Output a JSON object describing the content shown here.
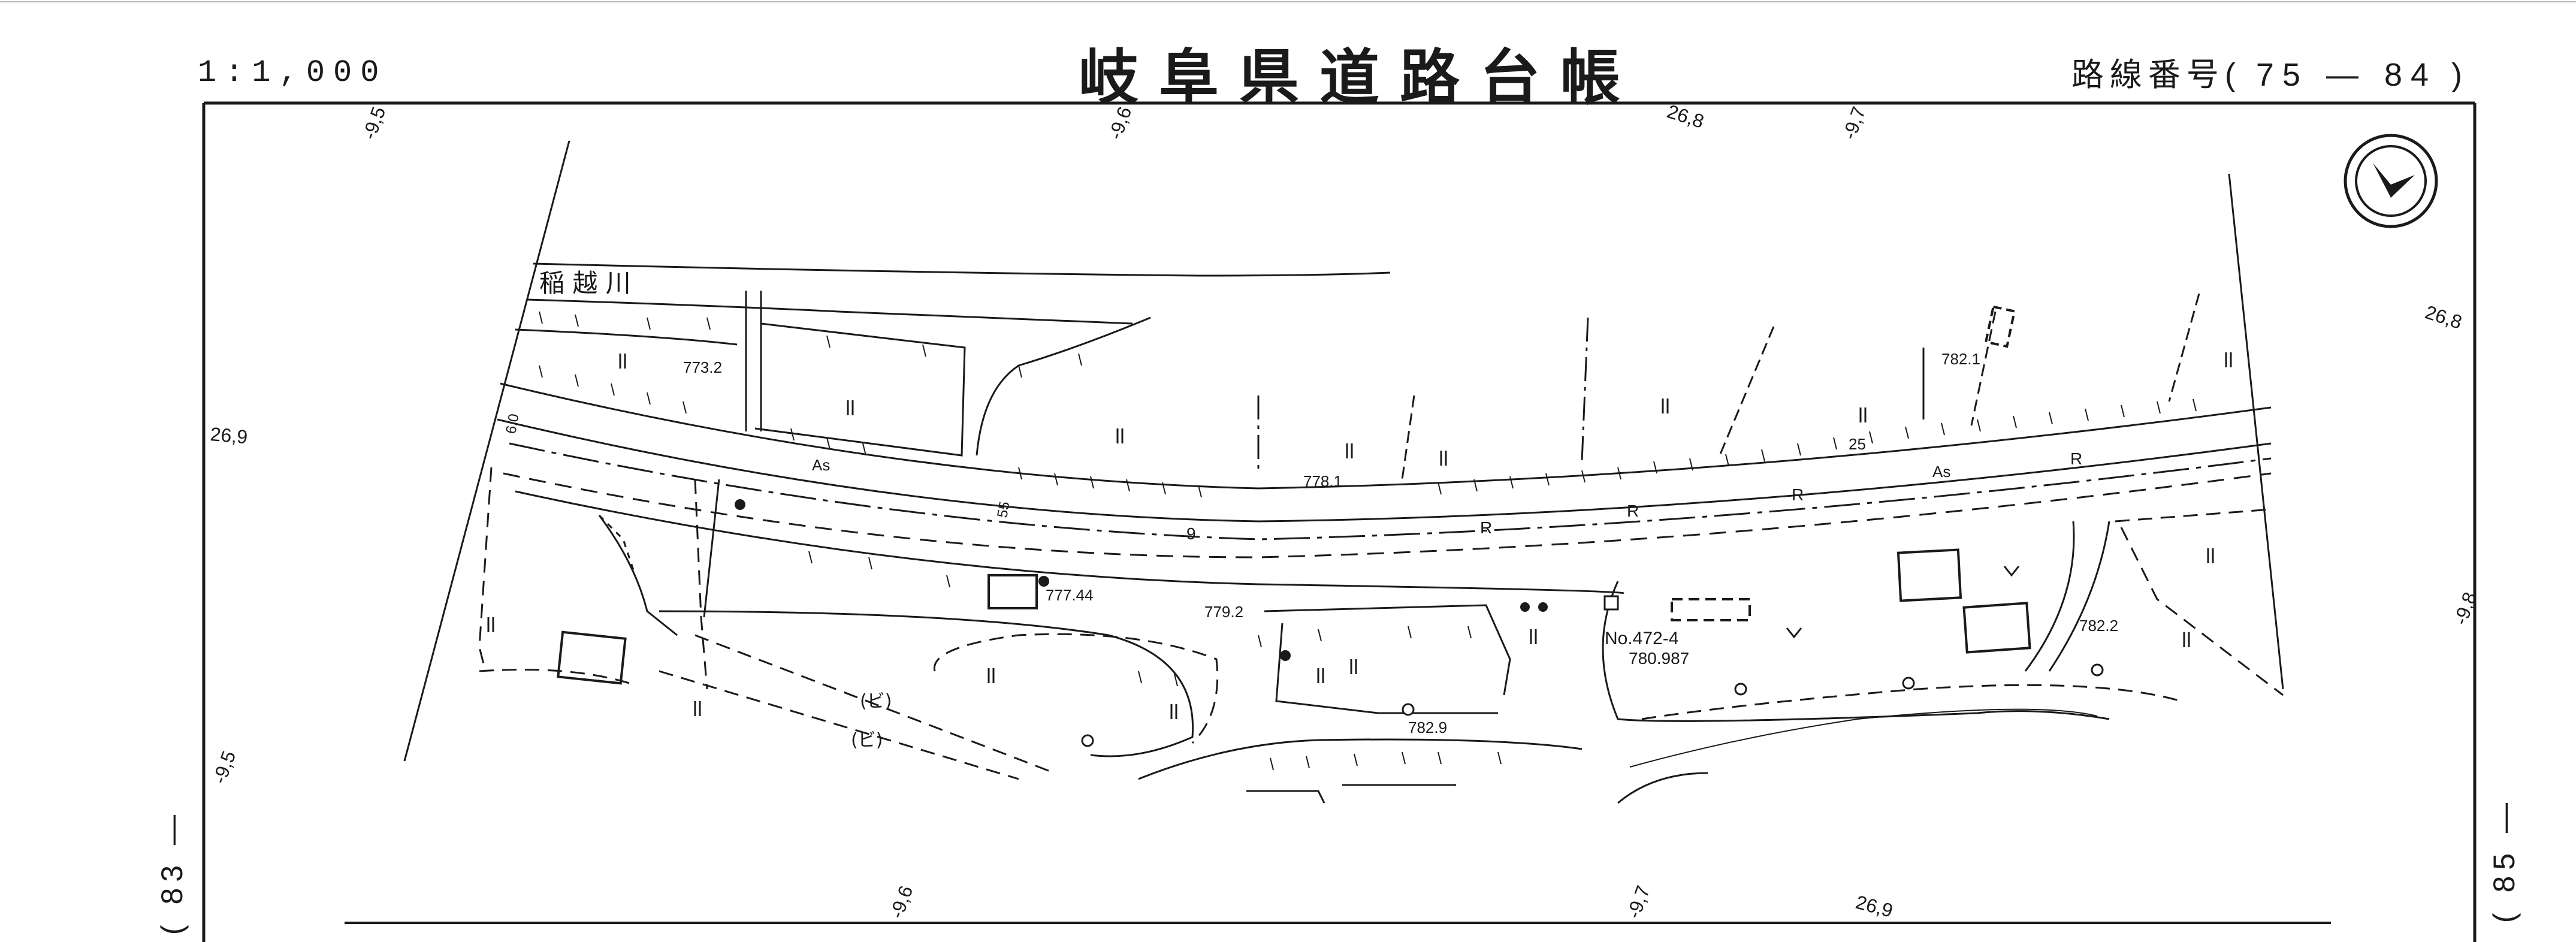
{
  "header": {
    "scale": "1:1,000",
    "title": "岐阜県道路台帳",
    "route_label": "路線番号(",
    "route_number": "75 — 84",
    "route_close": ")"
  },
  "adjacent_sheets": {
    "left": "( 83 —",
    "right": "( 85 —"
  },
  "grid_labels": {
    "top": [
      "-9,5",
      "-9,6",
      "26,8",
      "-9,7"
    ],
    "right": [
      "26,8",
      "-9,8"
    ],
    "left": [
      "26,9",
      "-9,5"
    ],
    "bottom": [
      "-9,6",
      "-9,7",
      "26,9"
    ]
  },
  "map_labels": {
    "river": "稲 越 川",
    "elevations": [
      "773.2",
      "778.1",
      "777.44",
      "779.2",
      "782.9",
      "782.1",
      "782.2"
    ],
    "station_no": "No.472-4",
    "station_elev": "780.987",
    "road_marks": [
      "As",
      "As",
      "R",
      "R",
      "R",
      "R",
      "9",
      "55",
      "6.0",
      "25"
    ],
    "building_marks": [
      "(ビ)",
      "(ビ)"
    ]
  },
  "colors": {
    "ink": "#1a1a1a",
    "paper": "#ffffff"
  },
  "icons": {
    "north_arrow": "north-arrow-icon"
  }
}
